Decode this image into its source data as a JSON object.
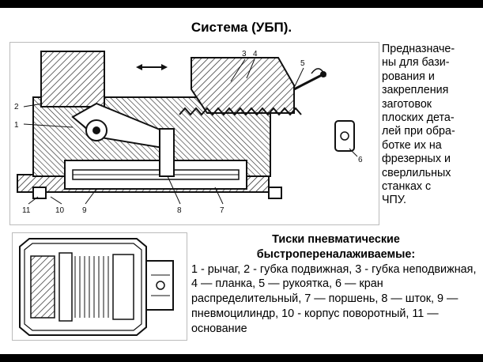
{
  "slide": {
    "title": "Система (УБП).",
    "purpose_text": "Предназначе-\nны для бази-\nрования и\nзакрепления\nзаготовок\nплоских дета-\nлей при обра-\nботке их на\nфрезерных и\nсверлильных\nстанках с\nЧПУ.",
    "caption_title": "Тиски пневматические быстропереналаживаемые:",
    "caption_legend": "1 - рычаг, 2 - губка подвижная, 3 - губка неподвижная, 4 — планка, 5 — рукоятка, 6 — кран распределительный, 7 — поршень, 8 — шток, 9 — пневмоцилиндр, 10 - корпус поворотный, 11 — основание",
    "drawing_labels": [
      "1",
      "2",
      "3",
      "4",
      "5",
      "6",
      "7",
      "8",
      "9",
      "10",
      "11"
    ]
  },
  "colors": {
    "background": "#000000",
    "slide": "#ffffff",
    "ink": "#111111"
  }
}
